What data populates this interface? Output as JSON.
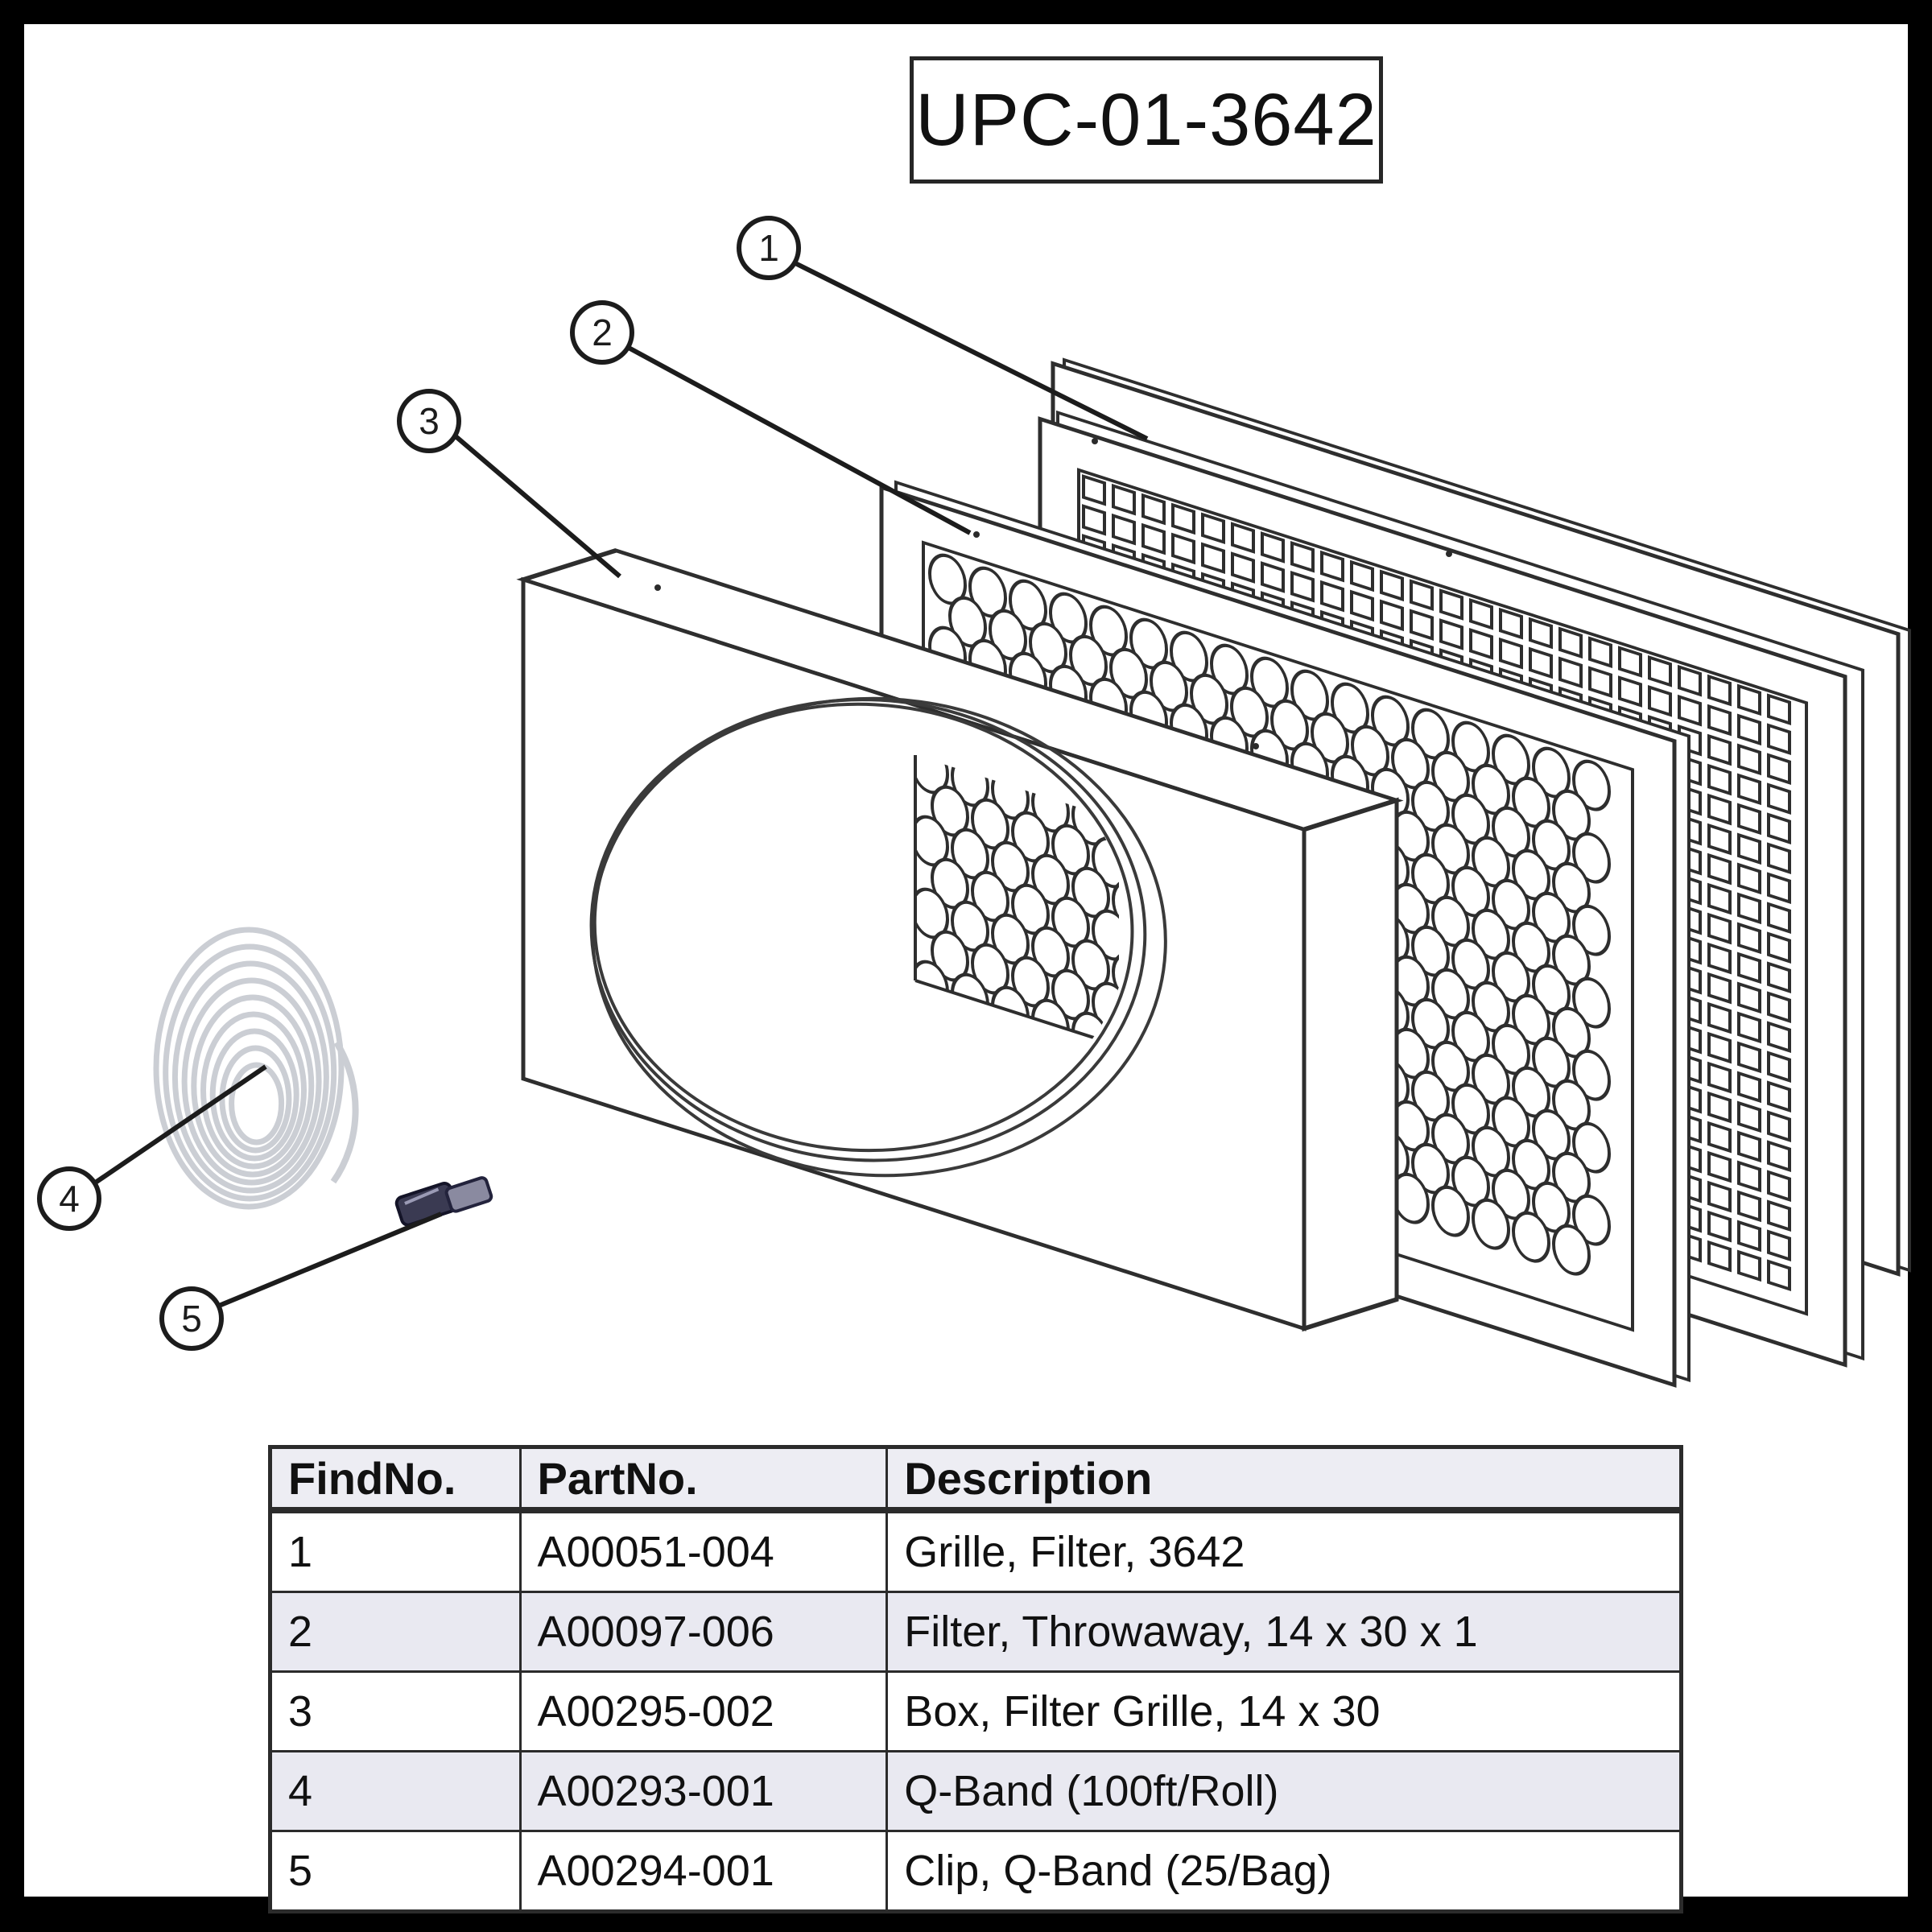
{
  "title": "UPC-01-3642",
  "callouts": [
    {
      "number": "1",
      "part": "grille"
    },
    {
      "number": "2",
      "part": "filter"
    },
    {
      "number": "3",
      "part": "box"
    },
    {
      "number": "4",
      "part": "q-band-roll"
    },
    {
      "number": "5",
      "part": "q-band-clip"
    }
  ],
  "table": {
    "headers": {
      "find_no": "FindNo.",
      "part_no": "PartNo.",
      "description": "Description"
    },
    "rows": [
      {
        "find_no": "1",
        "part_no": "A00051-004",
        "description": "Grille, Filter, 3642"
      },
      {
        "find_no": "2",
        "part_no": "A00097-006",
        "description": "Filter, Throwaway, 14 x 30 x 1"
      },
      {
        "find_no": "3",
        "part_no": "A00295-002",
        "description": "Box, Filter Grille, 14 x 30"
      },
      {
        "find_no": "4",
        "part_no": "A00293-001",
        "description": "Q-Band (100ft/Roll)"
      },
      {
        "find_no": "5",
        "part_no": "A00294-001",
        "description": "Clip, Q-Band (25/Bag)"
      }
    ]
  },
  "colors": {
    "line": "#2b2b2b",
    "drawing_line": "#2e2e2e",
    "row_stripe": "#e9e9f1",
    "header_bg": "#ededf3",
    "coil": "#cbced4",
    "clip_dark": "#3a3a52",
    "clip_light": "#8a8aa0"
  }
}
